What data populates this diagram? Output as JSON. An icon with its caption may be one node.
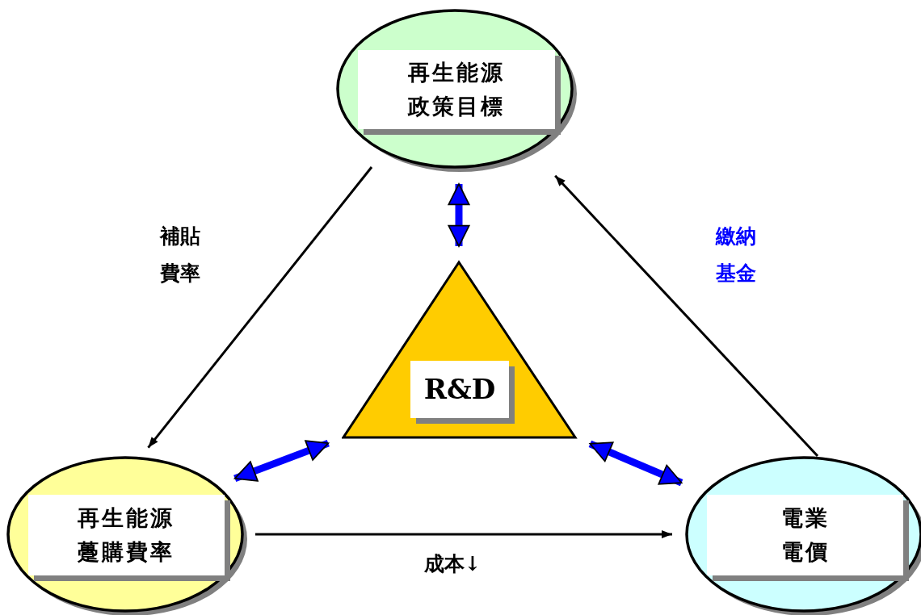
{
  "diagram": {
    "nodes": [
      {
        "text": [
          "再生能源政策目標"
        ]
      },
      {
        "text": [
          "R&D"
        ]
      },
      {
        "text": [
          "再生能源躉購費率"
        ]
      },
      {
        "text": [
          "電業電價"
        ]
      }
    ],
    "edges": [
      {
        "from": 0,
        "to": 2,
        "arrow": "to",
        "label": "補貼費率"
      },
      {
        "from": 3,
        "to": 0,
        "arrow": "to",
        "label": "繳納基金"
      },
      {
        "from": 2,
        "to": 3,
        "arrow": "to",
        "label": "成本↓"
      },
      {
        "from": 0,
        "to": 1,
        "arrow": "both",
        "style": "thick",
        "color": "#0000ff"
      },
      {
        "from": 1,
        "to": 2,
        "arrow": "both",
        "style": "thick",
        "color": "#0000ff"
      },
      {
        "from": 1,
        "to": 3,
        "arrow": "both",
        "style": "thick",
        "color": "#0000ff"
      }
    ]
  }
}
